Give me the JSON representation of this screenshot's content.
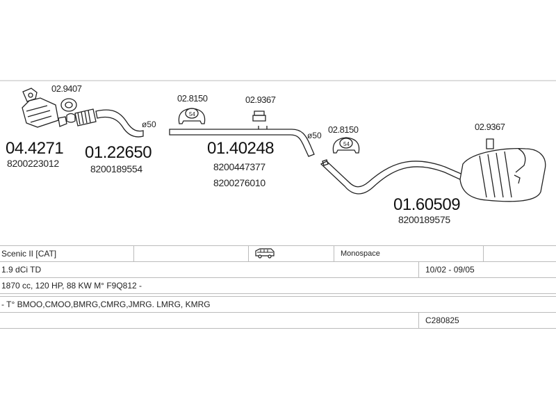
{
  "parts": {
    "catalyst": {
      "number": "04.4271",
      "oe": "8200223012"
    },
    "clamp_a": {
      "number": "02.9407"
    },
    "front_pipe": {
      "number": "01.22650",
      "oe": "8200189554",
      "diameter": "ø50"
    },
    "clamp_b": {
      "number": "02.8150",
      "size": "54"
    },
    "hanger_a": {
      "number": "02.9367"
    },
    "middle_pipe": {
      "number": "01.40248",
      "oe1": "8200447377",
      "oe2": "8200276010",
      "diameter": "ø50"
    },
    "clamp_c": {
      "number": "02.8150",
      "size": "54"
    },
    "hanger_b": {
      "number": "02.9367"
    },
    "rear_silencer": {
      "number": "01.60509",
      "oe": "8200189575"
    }
  },
  "info": {
    "model": "Scenic II [CAT]",
    "vehicle_icon": "van-icon",
    "body": "Monospace",
    "engine": "1.9 dCi TD",
    "years": "10/02 - 09/05",
    "specs": "1870 cc, 120 HP, 88 KW M° F9Q812 -",
    "codes": "- T° BMOO,CMOO,BMRG,CMRG,JMRG. LMRG, KMRG",
    "ref": "C280825"
  }
}
